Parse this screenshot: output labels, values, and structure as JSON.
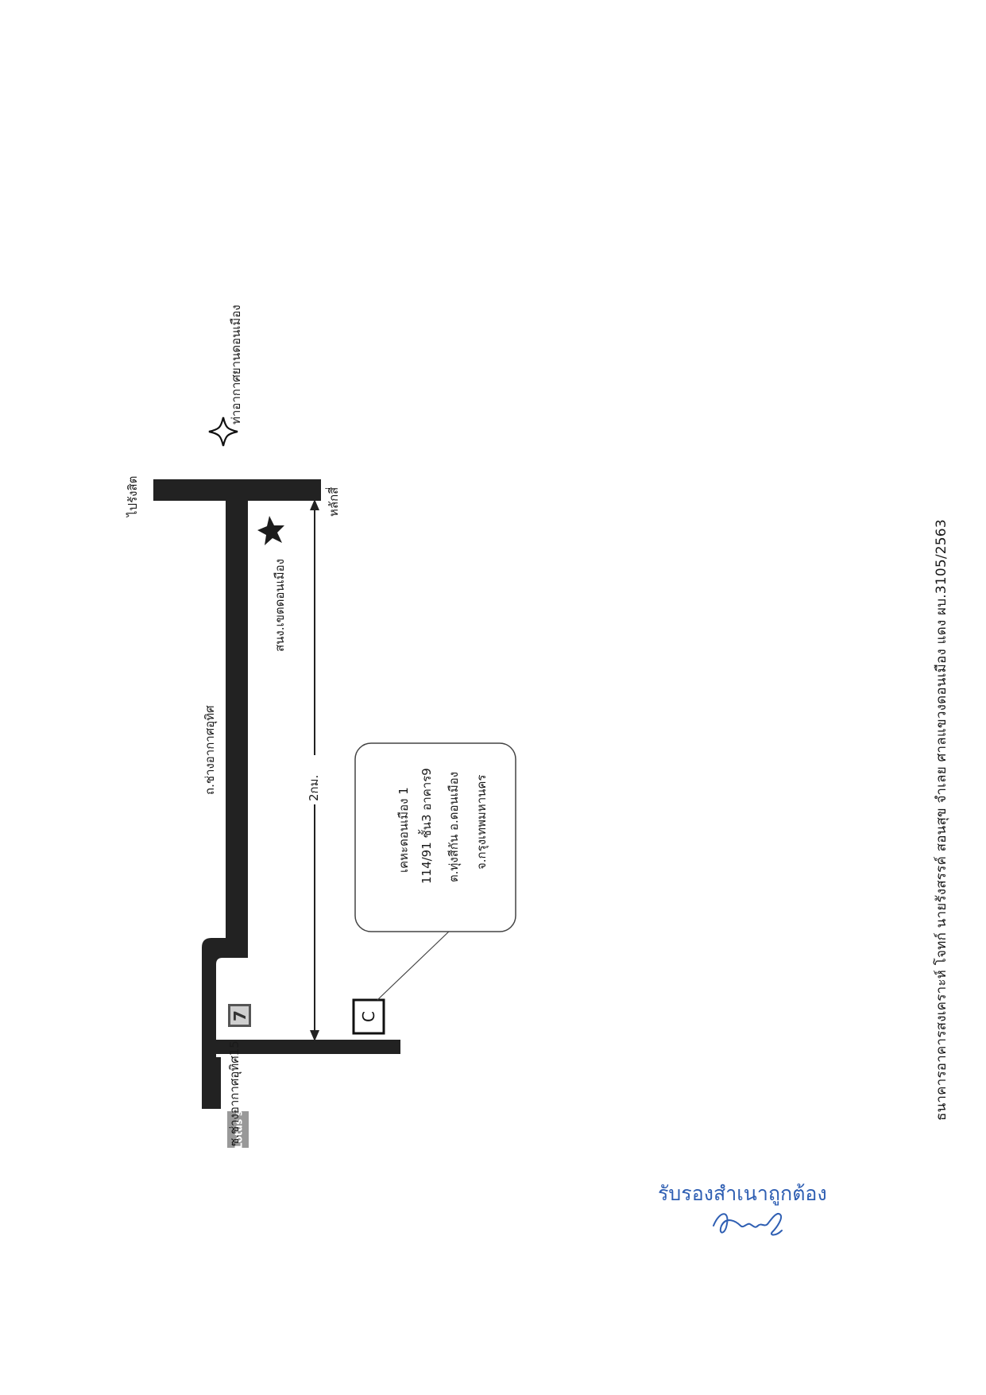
{
  "map": {
    "labels": {
      "rangsit": "ไปรังสิต",
      "lak_si": "หลักสี่",
      "airport": "ท่าอากาศยานดอนเมือง",
      "main_road": "ถ.ช่างอากาศอุทิศ",
      "district_office": "สนง.เขตดอนเมือง",
      "distance": "2กม.",
      "soi": "ซ.ช่างอากาศอุทิศ15",
      "lotus": "Lotus's",
      "condo_marker": "C"
    },
    "address": {
      "line1": "เคหะดอนเมือง 1",
      "line2": "114/91  ชั้น3  อาคาร9",
      "line3": "ต.ทุ่งสีกัน  อ.ดอนเมือง",
      "line4": "จ.กรุงเทพมหานคร"
    },
    "icons": {
      "airport": "airport-icon",
      "district_office": "star-icon",
      "convenience_store": "seven-eleven-icon",
      "supermarket": "lotus-logo"
    }
  },
  "footer": {
    "text": "ธนาคารอาคารสงเคราะห์ โจทก์ นายรังสรรค์ สอนสุข จำเลย ศาลแขวงดอนเมือง แดง ผบ.3105/2563"
  },
  "certification": {
    "text": "รับรองสำเนาถูกต้อง"
  },
  "colors": {
    "road": "#222222",
    "text": "#1a1a1a",
    "certify_ink": "#2f5fb3",
    "lotus_bg": "#999999"
  }
}
